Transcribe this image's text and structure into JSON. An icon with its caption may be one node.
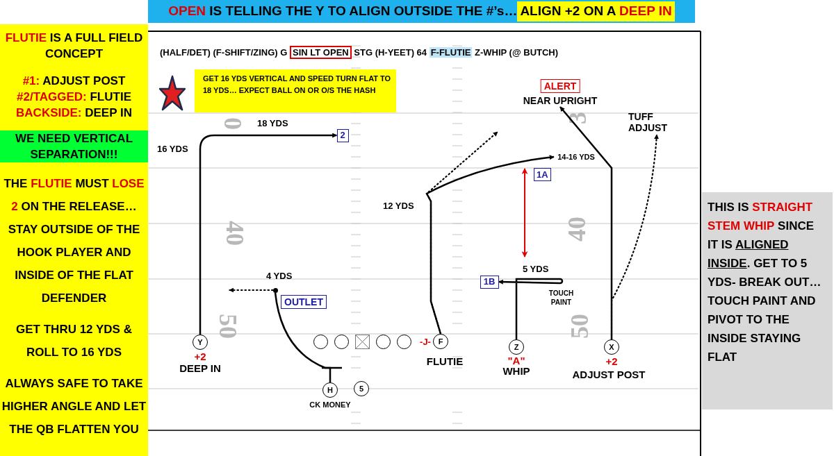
{
  "diagram": {
    "nodes": [
      {
        "text": [
          "Y"
        ],
        "beside": [
          "+2",
          "DEEP IN"
        ]
      },
      {
        "text": [
          "H"
        ],
        "beside": [
          "CK MONEY"
        ]
      },
      {
        "text": [
          "5"
        ]
      },
      {
        "text": [],
        "shape": "circle"
      },
      {
        "text": [],
        "shape": "circle"
      },
      {
        "text": [],
        "shape": "box"
      },
      {
        "text": [],
        "shape": "circle"
      },
      {
        "text": [],
        "shape": "circle"
      },
      {
        "text": [
          "F"
        ],
        "beside": [
          "-J-",
          "FLUTIE"
        ]
      },
      {
        "text": [
          "Z"
        ],
        "beside": [
          "\"A\"",
          "WHIP"
        ]
      },
      {
        "text": [
          "X"
        ],
        "beside": [
          "+2",
          "ADJUST POST"
        ]
      },
      {
        "text": [
          "2"
        ]
      },
      {
        "text": [
          "1B"
        ]
      },
      {
        "text": [],
        "shape": "circle"
      },
      {
        "text": [
          "14-16 YDS"
        ]
      },
      {
        "text": [
          "NEAR UPRIGHT"
        ],
        "beside": [
          "ALERT"
        ]
      },
      {
        "text": [
          "TUFF ADJUST"
        ]
      }
    ],
    "edges": [
      {
        "from": 0,
        "to": 11,
        "arrow": "to"
      },
      {
        "from": 8,
        "to": 14,
        "arrow": "to"
      },
      {
        "from": 8,
        "to": null,
        "arrow": "to",
        "style": "dashed"
      },
      {
        "from": 9,
        "to": 12,
        "arrow": "to"
      },
      {
        "from": 10,
        "to": 15,
        "arrow": "to"
      },
      {
        "from": 10,
        "to": 16,
        "arrow": "to",
        "style": "dashed"
      },
      {
        "from": 1,
        "to": 13,
        "arrow": "none"
      },
      {
        "from": 13,
        "to": null,
        "arrow": "to",
        "style": "dashed"
      }
    ],
    "labels": [
      "**OPEN** IS TELLING THE Y TO ALIGN OUTSIDE THE #’s…",
      "ALIGN +2 ON A **DEEP IN**",
      "**FLUTIE** IS A FULL FIELD CONCEPT",
      "**#1:** ADJUST POST",
      "**#2/TAGGED:** FLUTIE",
      "**BACKSIDE:** DEEP IN",
      "WE NEED VERTICAL SEPARATION!!!",
      "THE **FLUTIE** MUST **LOSE 2** ON THE RELEASE…STAY OUTSIDE OF THE HOOK PLAYER AND INSIDE OF THE FLAT DEFENDER",
      "GET THRU 12 YDS & ROLL TO 16 YDS",
      "ALWAYS SAFE TO TAKE HIGHER ANGLE AND LET THE QB FLATTEN YOU",
      "(HALF/DET) (F-SHIFT/ZING) G **SIN LT OPEN** STG (H-YEET) 64 *F-FLUTIE* Z-WHIP (@ BUTCH)",
      "GET 16 YDS VERTICAL AND SPEED TURN FLAT TO 18 YDS… EXPECT BALL ON OR O/S THE HASH",
      "18 YDS",
      "16 YDS",
      "12 YDS",
      "1A",
      "5 YDS",
      "TOUCH PAINT",
      "4 YDS",
      "OUTLET",
      "0",
      "40",
      "50",
      "3",
      "40",
      "50",
      "THIS IS **STRAIGHT STEM WHIP** SINCE IT IS *ALIGNED INSIDE*. GET TO 5 YDS- BREAK OUT… TOUCH PAINT AND PIVOT TO THE INSIDE STAYING FLAT"
    ]
  }
}
